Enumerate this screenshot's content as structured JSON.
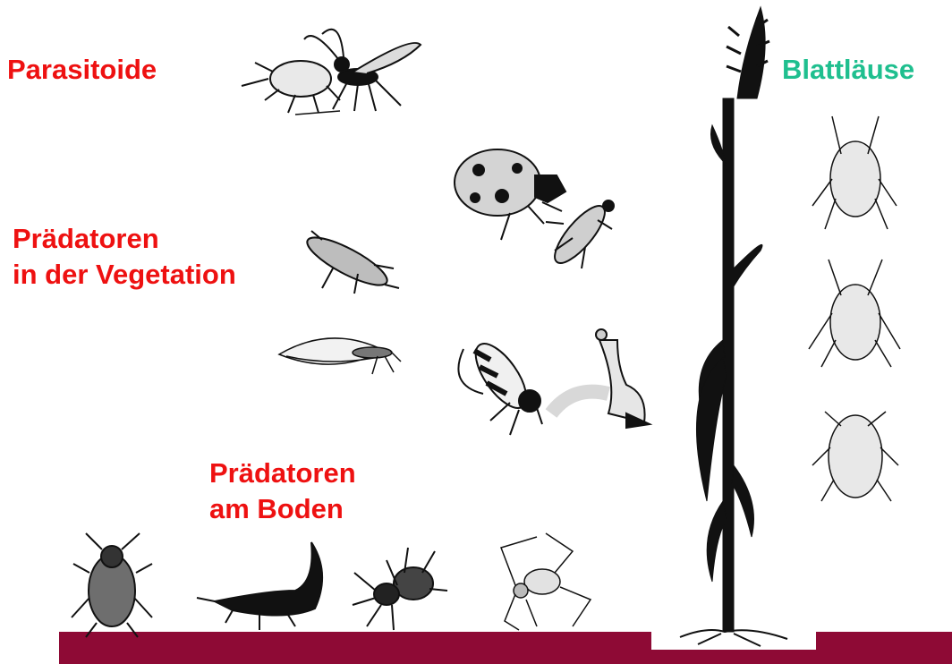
{
  "labels": {
    "parasitoids": "Parasitoide",
    "aphids": "Blattläuse",
    "predators_vegetation_line1": "Prädatoren",
    "predators_vegetation_line2": "in der Vegetation",
    "predators_ground_line1": "Prädatoren",
    "predators_ground_line2": "am Boden"
  },
  "colors": {
    "label_red": "#ee1111",
    "label_green": "#1fbf8f",
    "ground": "#8e0a35",
    "ink": "#111111"
  },
  "illustrations": [
    "parasitoid-wasp-on-aphid-icon",
    "ladybird-beetle-icon",
    "ladybird-larva-icon",
    "lacewing-larva-icon",
    "lacewing-adult-icon",
    "hoverfly-icon",
    "hoverfly-larva-icon",
    "ground-beetle-icon",
    "rove-beetle-icon",
    "wolf-spider-icon",
    "web-spider-icon",
    "wheat-plant-icon",
    "aphid-icon"
  ]
}
